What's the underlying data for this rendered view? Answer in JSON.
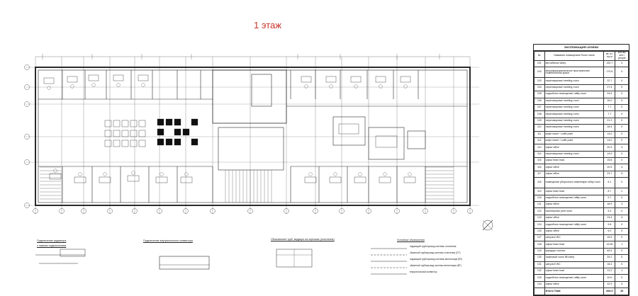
{
  "title": "1 этаж",
  "legend": {
    "title": "ЭКСПЛИКАЦИЯ LEGEND",
    "headers": [
      "№",
      "Название помещения/ Room name",
      "кв. м / sq.m",
      "кол-во чел./ people"
    ],
    "rows": [
      [
        "101",
        "вестибюль/ lobby",
        "132.7",
        "0"
      ],
      [
        "102",
        "многофункциональное пространство/ multifunctional space",
        "174.6",
        "0"
      ],
      [
        "103",
        "переговорная/ meeting room",
        "22.7",
        "0"
      ],
      [
        "104",
        "переговорная/ meeting room",
        "27.4",
        "0"
      ],
      [
        "105",
        "подсобное помещение/ utility room",
        "24.6",
        "0"
      ],
      [
        "106",
        "переговорная/ meeting room",
        "16.0",
        "0"
      ],
      [
        "107",
        "переговорная/ meeting room",
        "7.7",
        "0"
      ],
      [
        "108",
        "переговорная/ meeting room",
        "7.7",
        "0"
      ],
      [
        "109",
        "переговорная/ meeting room",
        "21.3",
        "0"
      ],
      [
        "110",
        "переговорная/ meeting room",
        "28.4",
        "0"
      ],
      [
        "111",
        "кофе поинт / coffe point",
        "14.0",
        "0"
      ],
      [
        "112",
        "кофе поинт / coffe point",
        "14.0",
        "0"
      ],
      [
        "113",
        "офис/ office",
        "20.3",
        "4"
      ],
      [
        "114",
        "переговорная/ meeting room",
        "14.9",
        "0"
      ],
      [
        "115",
        "офис/ team lead",
        "15.8",
        "2"
      ],
      [
        "116",
        "офис/ office",
        "20.9",
        "4"
      ],
      [
        "117",
        "офис/ office",
        "23.7",
        "5"
      ],
      [
        "118",
        "помещение уборочного инвентаря/ utility room",
        "6.1",
        "0"
      ],
      [
        "119",
        "офис/ team lead",
        "8.7",
        "2"
      ],
      [
        "120",
        "подсобное помещение/ utility room",
        "9.7",
        "0"
      ],
      [
        "121",
        "офис/ office",
        "18.9",
        "3"
      ],
      [
        "122",
        "принтерная/ print room",
        "5.4",
        "0"
      ],
      [
        "123",
        "офис/ office",
        "23.4",
        "4"
      ],
      [
        "124",
        "подсобное помещение/ utility room",
        "9.8",
        "0"
      ],
      [
        "125",
        "офис/ office",
        "6.0",
        "0"
      ],
      [
        "127",
        "санузел/ WC",
        "15.9",
        "0"
      ],
      [
        "128",
        "офис/ team lead",
        "13.05",
        "1"
      ],
      [
        "129",
        "коридор/ corridor",
        "84.5",
        "0"
      ],
      [
        "130",
        "лифтовой холл/ lift lobby",
        "29.1",
        "0"
      ],
      [
        "131",
        "санузел/ WC",
        "18.4",
        "0"
      ],
      [
        "132",
        "офис/ team lead",
        "13.3",
        "1"
      ],
      [
        "133",
        "подсобное помещение/ utility room",
        "10.0",
        "0"
      ],
      [
        "134",
        "офис/ office",
        "32.9",
        "5"
      ]
    ],
    "total_label": "Итого/ Total:",
    "total_area": "834.9",
    "total_people": "29"
  },
  "notes": {
    "radiator_title": "Подключение радиатора",
    "radiator_subtitle": "с нижним подключением",
    "convector_title": "Подключение внутрипольного конвектора",
    "pipes_title": "Обозначение труб, ведущих на чертежах (отопление)",
    "conventions_title": "Условные обозначения",
    "conventions": [
      "подающий трубопровод системы отопления",
      "обратный трубопровод системы отопления (ОТ)",
      "подающий трубопровод системы вентиляции (ВТ)",
      "обратный трубопровод системы вентиляции (ВТ)",
      "внутрипольный конвектор"
    ]
  }
}
